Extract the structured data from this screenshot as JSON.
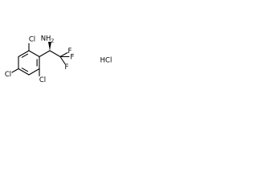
{
  "structure": {
    "atoms": {
      "amine_n": "NH",
      "amine_h_count": "2",
      "fluorine_top": "F",
      "fluorine_right": "F",
      "fluorine_bottom": "F",
      "chlorine_top": "Cl",
      "chlorine_left": "Cl",
      "chlorine_bottom": "Cl"
    },
    "salt": "HCl"
  },
  "colors": {
    "bond": "#000000",
    "text": "#000000",
    "background": "#ffffff"
  }
}
